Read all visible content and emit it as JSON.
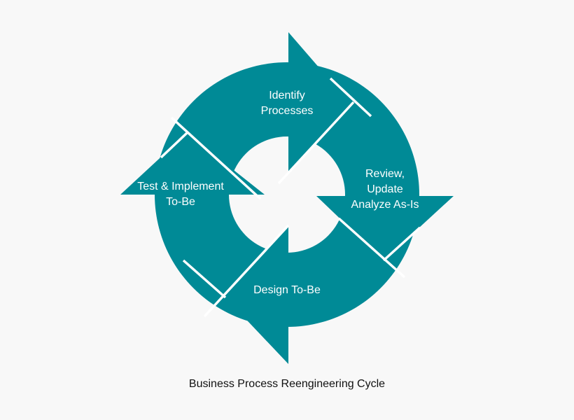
{
  "diagram": {
    "title": "Business Process Reengineering Cycle",
    "arrow_color": "#008a96",
    "separator_color": "#ffffff",
    "background_color": "#f8f8f8",
    "steps": [
      {
        "id": "identify",
        "lines": [
          "Identify",
          "Processes"
        ]
      },
      {
        "id": "review",
        "lines": [
          "Review,",
          "Update",
          "Analyze As-Is"
        ]
      },
      {
        "id": "design",
        "lines": [
          "Design To-Be"
        ]
      },
      {
        "id": "test",
        "lines": [
          "Test & Implement",
          "To-Be"
        ]
      }
    ]
  }
}
